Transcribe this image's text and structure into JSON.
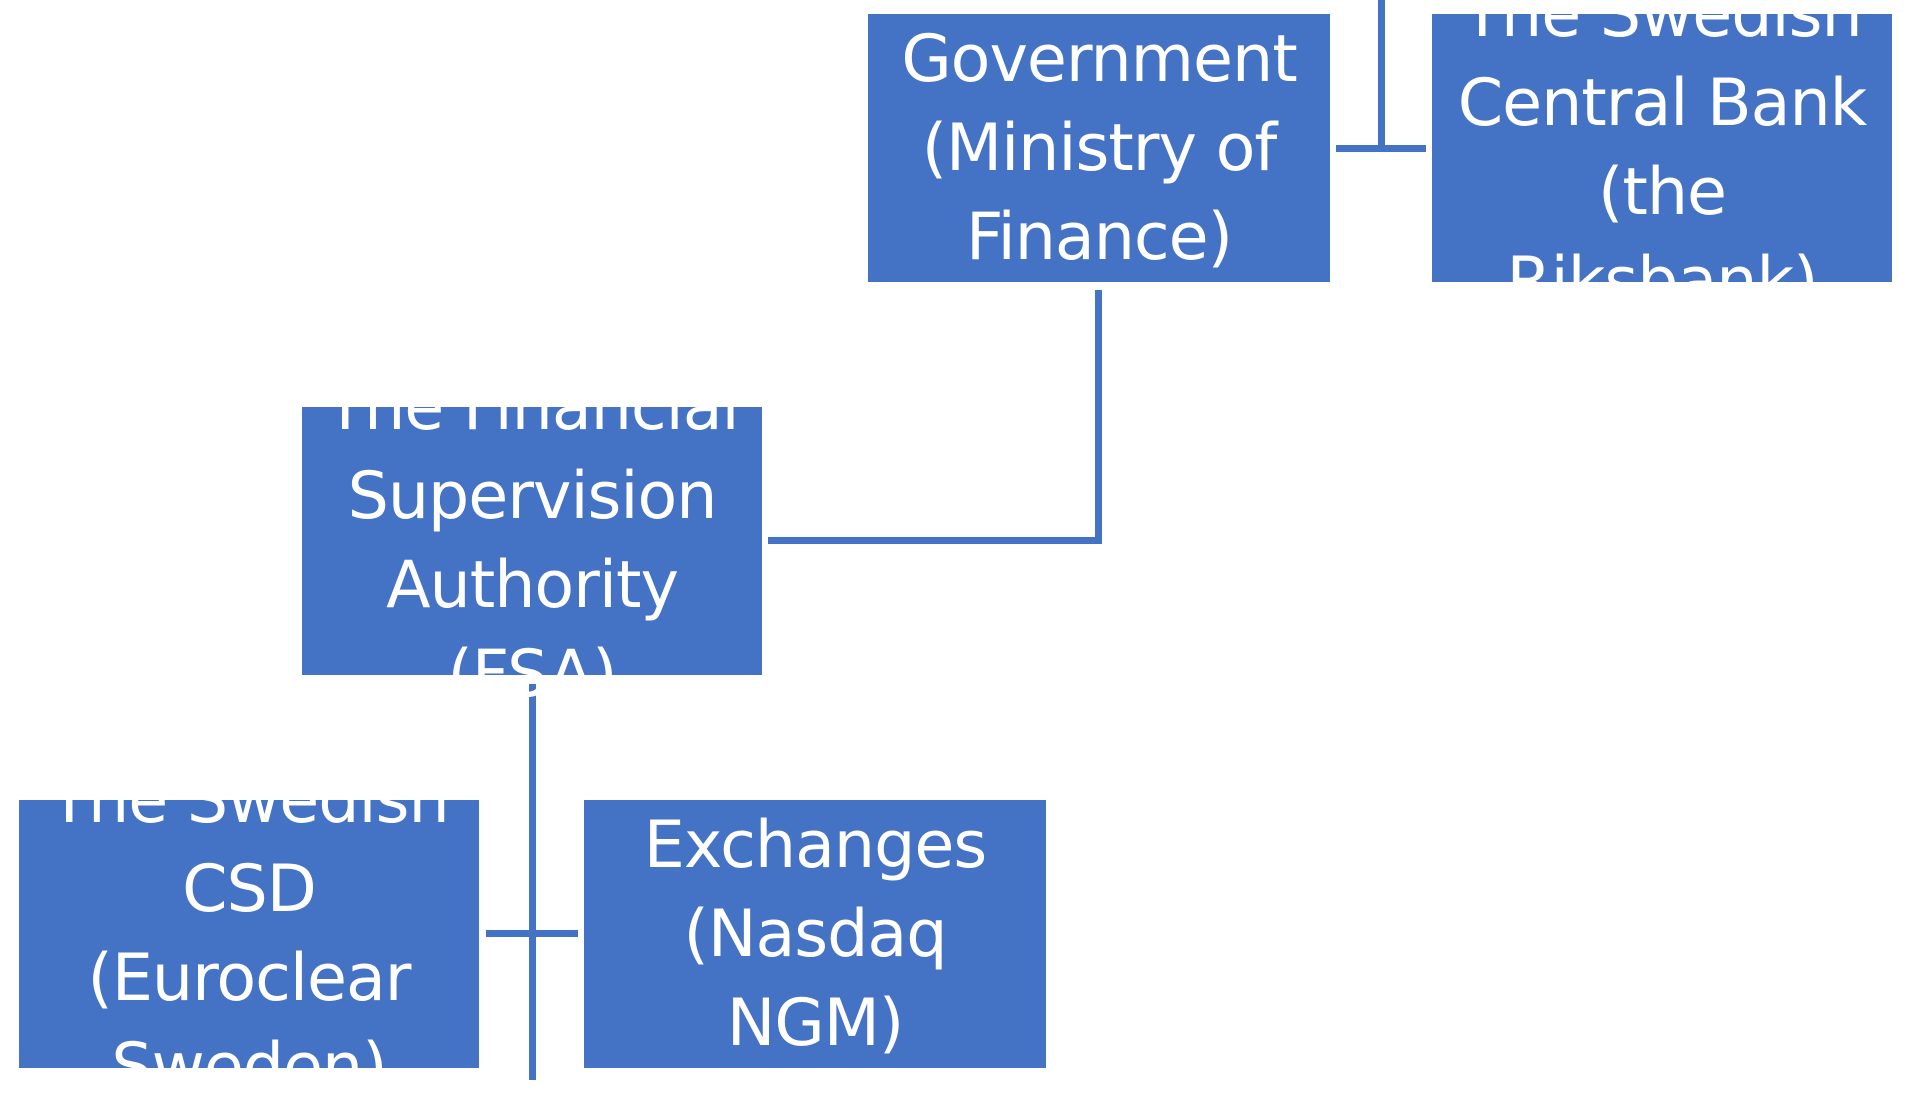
{
  "diagram": {
    "colors": {
      "box_fill": "#4472C4",
      "box_text": "#FFFFFF",
      "connector": "#4472C4",
      "background": "#FFFFFF"
    },
    "boxes": {
      "government": {
        "lines": [
          "Government",
          "(Ministry of",
          "Finance)"
        ]
      },
      "riksbank": {
        "lines": [
          "The Swedish",
          "Central Bank",
          "(the Riksbank)"
        ]
      },
      "fsa": {
        "lines": [
          "The Financial",
          "Supervision",
          "Authority (FSA)"
        ]
      },
      "csd": {
        "lines": [
          "The Swedish",
          "CSD (Euroclear",
          "Sweden)"
        ]
      },
      "exchanges": {
        "lines": [
          "Exchanges",
          "(Nasdaq NGM)"
        ]
      }
    },
    "connections": [
      {
        "from": "government",
        "to": "riksbank"
      },
      {
        "from": "government",
        "to": "fsa"
      },
      {
        "from": "fsa",
        "to": "csd"
      },
      {
        "from": "fsa",
        "to": "exchanges"
      }
    ]
  }
}
